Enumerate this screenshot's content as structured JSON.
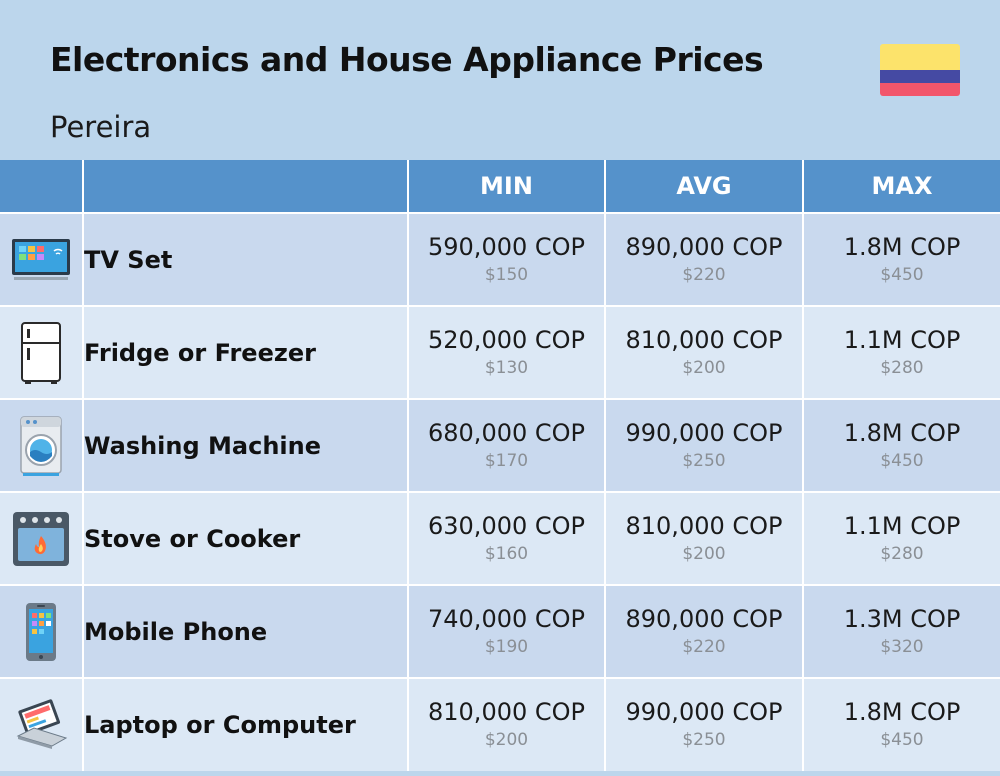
{
  "header": {
    "title": "Electronics and House Appliance Prices",
    "city": "Pereira",
    "flag_colors": {
      "top": "#fce36b",
      "middle": "#454aa3",
      "bottom": "#f2566b"
    }
  },
  "table": {
    "columns": [
      "",
      "",
      "MIN",
      "AVG",
      "MAX"
    ],
    "rows": [
      {
        "icon": "tv-icon",
        "name": "TV Set",
        "min": {
          "cop": "590,000 COP",
          "usd": "$150"
        },
        "avg": {
          "cop": "890,000 COP",
          "usd": "$220"
        },
        "max": {
          "cop": "1.8M COP",
          "usd": "$450"
        }
      },
      {
        "icon": "fridge-icon",
        "name": "Fridge or Freezer",
        "min": {
          "cop": "520,000 COP",
          "usd": "$130"
        },
        "avg": {
          "cop": "810,000 COP",
          "usd": "$200"
        },
        "max": {
          "cop": "1.1M COP",
          "usd": "$280"
        }
      },
      {
        "icon": "washing-machine-icon",
        "name": "Washing Machine",
        "min": {
          "cop": "680,000 COP",
          "usd": "$170"
        },
        "avg": {
          "cop": "990,000 COP",
          "usd": "$250"
        },
        "max": {
          "cop": "1.8M COP",
          "usd": "$450"
        }
      },
      {
        "icon": "stove-icon",
        "name": "Stove or Cooker",
        "min": {
          "cop": "630,000 COP",
          "usd": "$160"
        },
        "avg": {
          "cop": "810,000 COP",
          "usd": "$200"
        },
        "max": {
          "cop": "1.1M COP",
          "usd": "$280"
        }
      },
      {
        "icon": "mobile-phone-icon",
        "name": "Mobile Phone",
        "min": {
          "cop": "740,000 COP",
          "usd": "$190"
        },
        "avg": {
          "cop": "890,000 COP",
          "usd": "$220"
        },
        "max": {
          "cop": "1.3M COP",
          "usd": "$320"
        }
      },
      {
        "icon": "laptop-icon",
        "name": "Laptop or Computer",
        "min": {
          "cop": "810,000 COP",
          "usd": "$200"
        },
        "avg": {
          "cop": "990,000 COP",
          "usd": "$250"
        },
        "max": {
          "cop": "1.8M COP",
          "usd": "$450"
        }
      }
    ]
  },
  "colors": {
    "background": "#bcd6ec",
    "header_row": "#5592cb",
    "row_odd": "#c9d9ee",
    "row_even": "#dce8f5"
  }
}
